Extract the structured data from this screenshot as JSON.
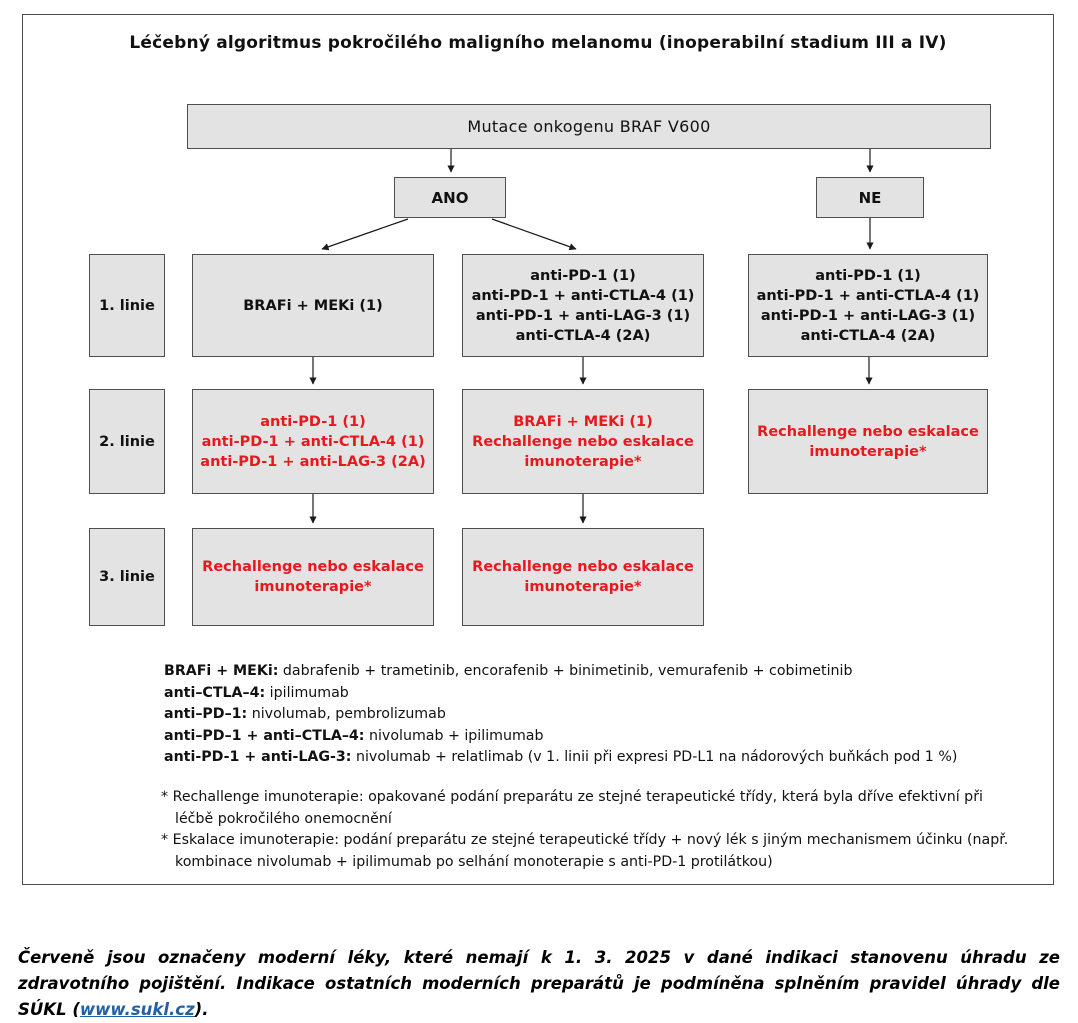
{
  "title": "Léčebný algoritmus pokročilého maligního melanomu (inoperabilní stadium III a IV)",
  "colors": {
    "highlight_red": "#e8191e",
    "box_fill": "#e3e3e3",
    "box_border": "#4f4f4f",
    "link_blue": "#2361a5"
  },
  "flow": {
    "root": {
      "lines": [
        "Mutace onkogenu BRAF V600"
      ]
    },
    "yes_branch": {
      "lines": [
        "ANO"
      ]
    },
    "no_branch": {
      "lines": [
        "NE"
      ]
    },
    "row_labels": [
      "1. linie",
      "2. linie",
      "3. linie"
    ],
    "r1_braf": {
      "lines": [
        "BRAFi + MEKi (1)"
      ]
    },
    "r1_immuno_yes": {
      "lines": [
        "anti-PD-1 (1)",
        "anti-PD-1 + anti-CTLA-4 (1)",
        "anti-PD-1 + anti-LAG-3 (1)",
        "anti-CTLA-4 (2A)"
      ]
    },
    "r1_immuno_no": {
      "lines": [
        "anti-PD-1 (1)",
        "anti-PD-1 + anti-CTLA-4 (1)",
        "anti-PD-1 + anti-LAG-3 (1)",
        "anti-CTLA-4 (2A)"
      ]
    },
    "r2_left": {
      "lines": [
        "anti-PD-1 (1)",
        "anti-PD-1 + anti-CTLA-4 (1)",
        "anti-PD-1 + anti-LAG-3 (2A)"
      ]
    },
    "r2_mid": {
      "lines": [
        "BRAFi + MEKi (1)",
        "Rechallenge nebo eskalace",
        "imunoterapie*"
      ]
    },
    "r2_right": {
      "lines": [
        "Rechallenge nebo eskalace",
        "imunoterapie*"
      ]
    },
    "r3_left": {
      "lines": [
        "Rechallenge nebo eskalace",
        "imunoterapie*"
      ]
    },
    "r3_mid": {
      "lines": [
        "Rechallenge nebo eskalace",
        "imunoterapie*"
      ]
    }
  },
  "definitions": [
    {
      "term": "BRAFi + MEKi:",
      "text": " dabrafenib + trametinib, encorafenib + binimetinib, vemurafenib + cobimetinib"
    },
    {
      "term": "anti–CTLA–4:",
      "text": " ipilimumab"
    },
    {
      "term": "anti–PD–1:",
      "text": " nivolumab, pembrolizumab"
    },
    {
      "term": "anti–PD–1 + anti–CTLA–4:",
      "text": " nivolumab + ipilimumab"
    },
    {
      "term": "anti-PD-1 + anti-LAG-3:",
      "text": " nivolumab + relatlimab (v 1. linii při expresi PD-L1 na nádorových buňkách pod 1 %)"
    }
  ],
  "footnotes": [
    {
      "marker": "*",
      "text": "Rechallenge imunoterapie: opakované podání preparátu ze stejné terapeutické třídy, která byla dříve efektivní při léčbě pokročilého onemocnění"
    },
    {
      "marker": "*",
      "text": "Eskalace imunoterapie: podání preparátu ze stejné terapeutické třídy + nový lék s jiným mechanismem účinku (např. kombinace nivolumab + ipilimumab po selhání monoterapie s anti-PD-1 protilátkou)"
    }
  ],
  "caption": {
    "before_link": "Červeně jsou označeny moderní léky, které nemají k 1. 3. 2025 v dané indikaci stanovenu úhradu ze zdravotního pojištění. Indikace ostatních moderních preparátů je podmíněna splněním pravidel úhrady dle SÚKL (",
    "link": "www.sukl.cz",
    "after_link": ")."
  }
}
